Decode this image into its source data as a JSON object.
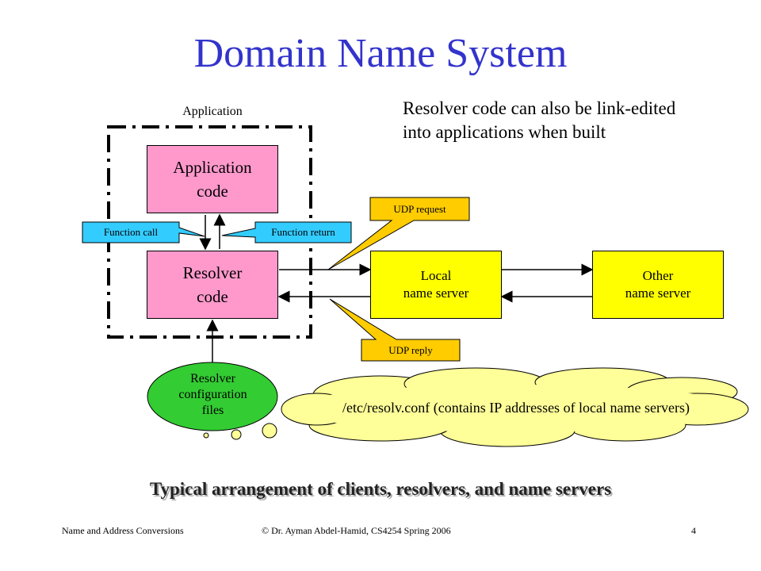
{
  "title": "Domain Name System",
  "note": "Resolver code can also be link-edited into applications when built",
  "application_label": "Application",
  "nodes": {
    "application_code": [
      "Application",
      "code"
    ],
    "resolver_code": [
      "Resolver",
      "code"
    ],
    "local_server": [
      "Local",
      "name server"
    ],
    "other_server": [
      "Other",
      "name server"
    ],
    "config_files": [
      "Resolver",
      "configuration",
      "files"
    ]
  },
  "callouts": {
    "function_call": "Function call",
    "function_return": "Function return",
    "udp_request": "UDP request",
    "udp_reply": "UDP reply"
  },
  "cloud_text": "/etc/resolv.conf (contains IP addresses of local name servers)",
  "caption": "Typical arrangement of clients, resolvers, and name servers",
  "footer": {
    "left": "Name and Address Conversions",
    "center": "© Dr. Ayman Abdel-Hamid, CS4254 Spring 2006",
    "page": "4"
  },
  "colors": {
    "title": "#3333cc",
    "box_pink": "#ff99cc",
    "box_yellow": "#ffff00",
    "callout_blue": "#33ccff",
    "callout_orange": "#ffcc00",
    "ellipse_green": "#33cc33",
    "cloud_fill": "#ffff99"
  }
}
